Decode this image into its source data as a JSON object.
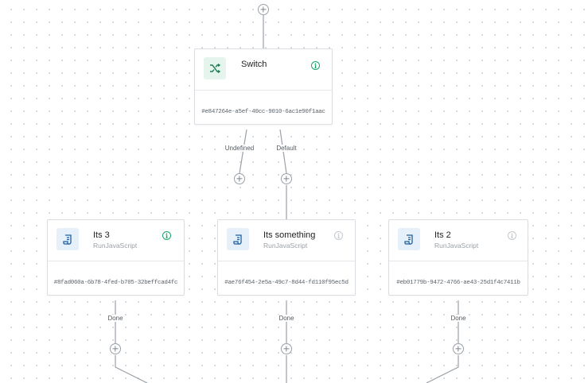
{
  "colors": {
    "edge": "#9aa1a9",
    "info_active": "#1aa56b",
    "info_muted": "#c5c9ce",
    "switch_icon_bg": "#e6f4ee",
    "js_icon_bg": "#e6f0fa"
  },
  "switch_node": {
    "title": "Switch",
    "id": "#e847264e-a5ef-40cc-9010-6ac1e90f1aac",
    "icon": "shuffle-icon",
    "info_icon": "info-icon"
  },
  "edges": {
    "undefined_label": "Undefined",
    "default_label": "Default",
    "done_label": "Done"
  },
  "nodes": [
    {
      "title": "Its 3",
      "subtitle": "RunJavaScript",
      "id": "#8fad060a-6b78-4fed-b705-32beffcad4fc",
      "icon": "script-icon",
      "info": "active"
    },
    {
      "title": "Its something",
      "subtitle": "RunJavaScript",
      "id": "#ae76f454-2e5a-49c7-8d44-fd110f95ec5d",
      "icon": "script-icon",
      "info": "muted"
    },
    {
      "title": "Its 2",
      "subtitle": "RunJavaScript",
      "id": "#eb01779b-9472-4766-ae43-25d1f4c7411b",
      "icon": "script-icon",
      "info": "muted"
    }
  ]
}
